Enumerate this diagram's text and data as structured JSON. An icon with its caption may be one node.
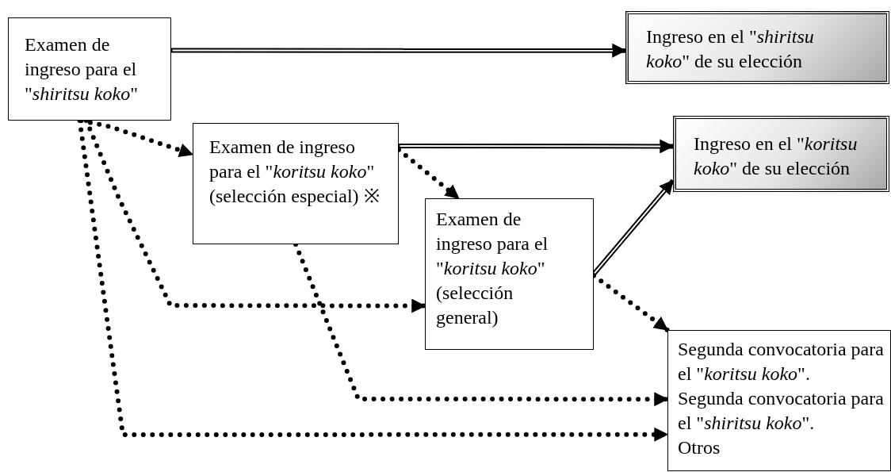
{
  "diagram": {
    "nodes": [
      {
        "text": [
          "Examen de ingreso para el \"*shiritsu koko*\""
        ]
      },
      {
        "text": [
          "Ingreso en el \"*shiritsu koko*\" de su elección"
        ]
      },
      {
        "text": [
          "Examen de ingreso para el \"*koritsu koko*\" (selección especial) ※"
        ]
      },
      {
        "text": [
          "Ingreso en el \"*koritsu koko*\" de su elección"
        ]
      },
      {
        "text": [
          "Examen de ingreso para el \"*koritsu koko*\" (selección general)"
        ]
      },
      {
        "text": [
          "Segunda convocatoria para el \"*koritsu koko*\".",
          "Segunda convocatoria para el \"*shiritsu koko*\".",
          "Otros"
        ]
      }
    ],
    "edges": [
      {
        "from": 0,
        "to": 1,
        "arrow": "to"
      },
      {
        "from": 0,
        "to": 2,
        "arrow": "to",
        "style": "dashed"
      },
      {
        "from": 0,
        "to": 4,
        "arrow": "to",
        "style": "dashed"
      },
      {
        "from": 0,
        "to": 5,
        "arrow": "to",
        "style": "dashed"
      },
      {
        "from": 2,
        "to": 3,
        "arrow": "to"
      },
      {
        "from": 2,
        "to": 4,
        "arrow": "to",
        "style": "dashed"
      },
      {
        "from": 2,
        "to": 5,
        "arrow": "to",
        "style": "dashed"
      },
      {
        "from": 4,
        "to": 3,
        "arrow": "to"
      },
      {
        "from": 4,
        "to": 5,
        "arrow": "to",
        "style": "dashed"
      }
    ]
  }
}
